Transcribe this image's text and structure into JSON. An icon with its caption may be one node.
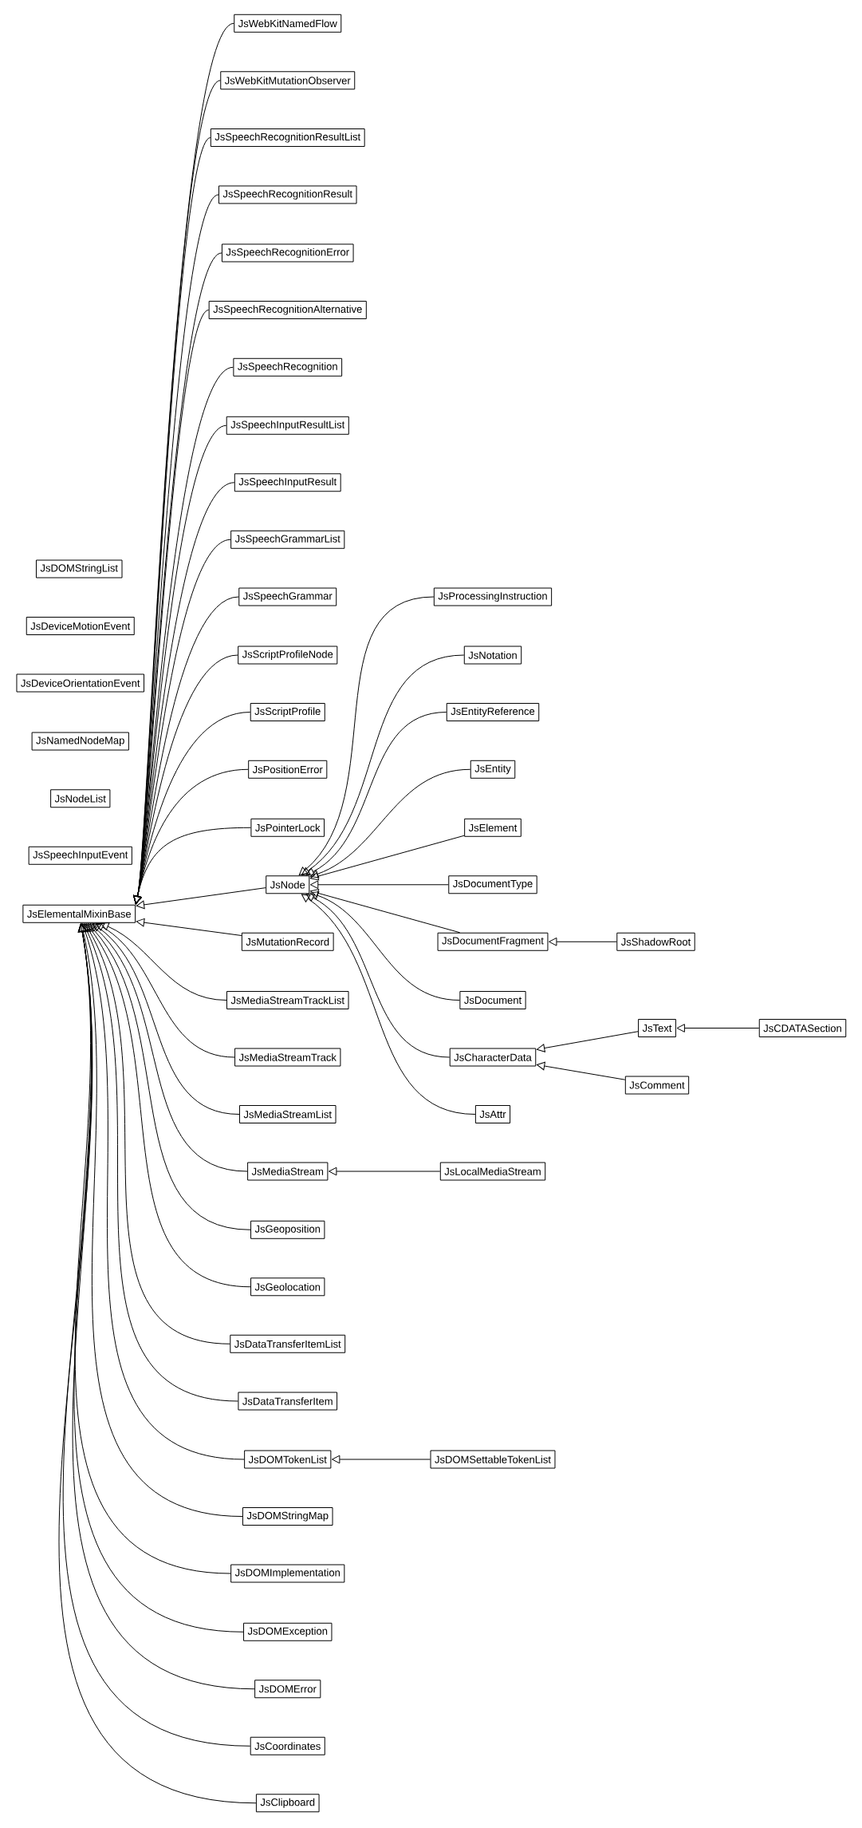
{
  "diagram": {
    "nodes": [
      {
        "text": [
          "JsWebKitNamedFlow"
        ]
      },
      {
        "text": [
          "JsWebKitMutationObserver"
        ]
      },
      {
        "text": [
          "JsSpeechRecognitionResultList"
        ]
      },
      {
        "text": [
          "JsSpeechRecognitionResult"
        ]
      },
      {
        "text": [
          "JsSpeechRecognitionError"
        ]
      },
      {
        "text": [
          "JsSpeechRecognitionAlternative"
        ]
      },
      {
        "text": [
          "JsSpeechRecognition"
        ]
      },
      {
        "text": [
          "JsSpeechInputResultList"
        ]
      },
      {
        "text": [
          "JsSpeechInputResult"
        ]
      },
      {
        "text": [
          "JsSpeechGrammarList"
        ]
      },
      {
        "text": [
          "JsDOMStringList"
        ]
      },
      {
        "text": [
          "JsSpeechGrammar"
        ]
      },
      {
        "text": [
          "JsProcessingInstruction"
        ]
      },
      {
        "text": [
          "JsDeviceMotionEvent"
        ]
      },
      {
        "text": [
          "JsScriptProfileNode"
        ]
      },
      {
        "text": [
          "JsNotation"
        ]
      },
      {
        "text": [
          "JsDeviceOrientationEvent"
        ]
      },
      {
        "text": [
          "JsScriptProfile"
        ]
      },
      {
        "text": [
          "JsEntityReference"
        ]
      },
      {
        "text": [
          "JsNamedNodeMap"
        ]
      },
      {
        "text": [
          "JsPositionError"
        ]
      },
      {
        "text": [
          "JsEntity"
        ]
      },
      {
        "text": [
          "JsNodeList"
        ]
      },
      {
        "text": [
          "JsPointerLock"
        ]
      },
      {
        "text": [
          "JsElement"
        ]
      },
      {
        "text": [
          "JsSpeechInputEvent"
        ]
      },
      {
        "text": [
          "JsNode"
        ]
      },
      {
        "text": [
          "JsDocumentType"
        ]
      },
      {
        "text": [
          "JsElementalMixinBase"
        ]
      },
      {
        "text": [
          "JsMutationRecord"
        ]
      },
      {
        "text": [
          "JsDocumentFragment"
        ]
      },
      {
        "text": [
          "JsShadowRoot"
        ]
      },
      {
        "text": [
          "JsMediaStreamTrackList"
        ]
      },
      {
        "text": [
          "JsDocument"
        ]
      },
      {
        "text": [
          "JsText"
        ]
      },
      {
        "text": [
          "JsCDATASection"
        ]
      },
      {
        "text": [
          "JsMediaStreamTrack"
        ]
      },
      {
        "text": [
          "JsCharacterData"
        ]
      },
      {
        "text": [
          "JsComment"
        ]
      },
      {
        "text": [
          "JsMediaStreamList"
        ]
      },
      {
        "text": [
          "JsAttr"
        ]
      },
      {
        "text": [
          "JsMediaStream"
        ]
      },
      {
        "text": [
          "JsLocalMediaStream"
        ]
      },
      {
        "text": [
          "JsGeoposition"
        ]
      },
      {
        "text": [
          "JsGeolocation"
        ]
      },
      {
        "text": [
          "JsDataTransferItemList"
        ]
      },
      {
        "text": [
          "JsDataTransferItem"
        ]
      },
      {
        "text": [
          "JsDOMTokenList"
        ]
      },
      {
        "text": [
          "JsDOMSettableTokenList"
        ]
      },
      {
        "text": [
          "JsDOMStringMap"
        ]
      },
      {
        "text": [
          "JsDOMImplementation"
        ]
      },
      {
        "text": [
          "JsDOMException"
        ]
      },
      {
        "text": [
          "JsDOMError"
        ]
      },
      {
        "text": [
          "JsCoordinates"
        ]
      },
      {
        "text": [
          "JsClipboard"
        ]
      }
    ],
    "edges": [
      {
        "from": 0,
        "to": 28,
        "arrow": "to"
      },
      {
        "from": 1,
        "to": 28,
        "arrow": "to"
      },
      {
        "from": 2,
        "to": 28,
        "arrow": "to"
      },
      {
        "from": 3,
        "to": 28,
        "arrow": "to"
      },
      {
        "from": 4,
        "to": 28,
        "arrow": "to"
      },
      {
        "from": 5,
        "to": 28,
        "arrow": "to"
      },
      {
        "from": 6,
        "to": 28,
        "arrow": "to"
      },
      {
        "from": 7,
        "to": 28,
        "arrow": "to"
      },
      {
        "from": 8,
        "to": 28,
        "arrow": "to"
      },
      {
        "from": 9,
        "to": 28,
        "arrow": "to"
      },
      {
        "from": 11,
        "to": 28,
        "arrow": "to"
      },
      {
        "from": 14,
        "to": 28,
        "arrow": "to"
      },
      {
        "from": 17,
        "to": 28,
        "arrow": "to"
      },
      {
        "from": 20,
        "to": 28,
        "arrow": "to"
      },
      {
        "from": 23,
        "to": 28,
        "arrow": "to"
      },
      {
        "from": 26,
        "to": 28,
        "arrow": "to"
      },
      {
        "from": 29,
        "to": 28,
        "arrow": "to"
      },
      {
        "from": 32,
        "to": 28,
        "arrow": "to"
      },
      {
        "from": 36,
        "to": 28,
        "arrow": "to"
      },
      {
        "from": 39,
        "to": 28,
        "arrow": "to"
      },
      {
        "from": 41,
        "to": 28,
        "arrow": "to"
      },
      {
        "from": 43,
        "to": 28,
        "arrow": "to"
      },
      {
        "from": 44,
        "to": 28,
        "arrow": "to"
      },
      {
        "from": 45,
        "to": 28,
        "arrow": "to"
      },
      {
        "from": 46,
        "to": 28,
        "arrow": "to"
      },
      {
        "from": 47,
        "to": 28,
        "arrow": "to"
      },
      {
        "from": 49,
        "to": 28,
        "arrow": "to"
      },
      {
        "from": 50,
        "to": 28,
        "arrow": "to"
      },
      {
        "from": 51,
        "to": 28,
        "arrow": "to"
      },
      {
        "from": 52,
        "to": 28,
        "arrow": "to"
      },
      {
        "from": 53,
        "to": 28,
        "arrow": "to"
      },
      {
        "from": 54,
        "to": 28,
        "arrow": "to"
      },
      {
        "from": 12,
        "to": 26,
        "arrow": "to"
      },
      {
        "from": 15,
        "to": 26,
        "arrow": "to"
      },
      {
        "from": 18,
        "to": 26,
        "arrow": "to"
      },
      {
        "from": 21,
        "to": 26,
        "arrow": "to"
      },
      {
        "from": 24,
        "to": 26,
        "arrow": "to"
      },
      {
        "from": 27,
        "to": 26,
        "arrow": "to"
      },
      {
        "from": 30,
        "to": 26,
        "arrow": "to"
      },
      {
        "from": 33,
        "to": 26,
        "arrow": "to"
      },
      {
        "from": 37,
        "to": 26,
        "arrow": "to"
      },
      {
        "from": 40,
        "to": 26,
        "arrow": "to"
      },
      {
        "from": 31,
        "to": 30,
        "arrow": "to"
      },
      {
        "from": 34,
        "to": 37,
        "arrow": "to"
      },
      {
        "from": 38,
        "to": 37,
        "arrow": "to"
      },
      {
        "from": 35,
        "to": 34,
        "arrow": "to"
      },
      {
        "from": 42,
        "to": 41,
        "arrow": "to"
      },
      {
        "from": 48,
        "to": 47,
        "arrow": "to"
      }
    ]
  }
}
